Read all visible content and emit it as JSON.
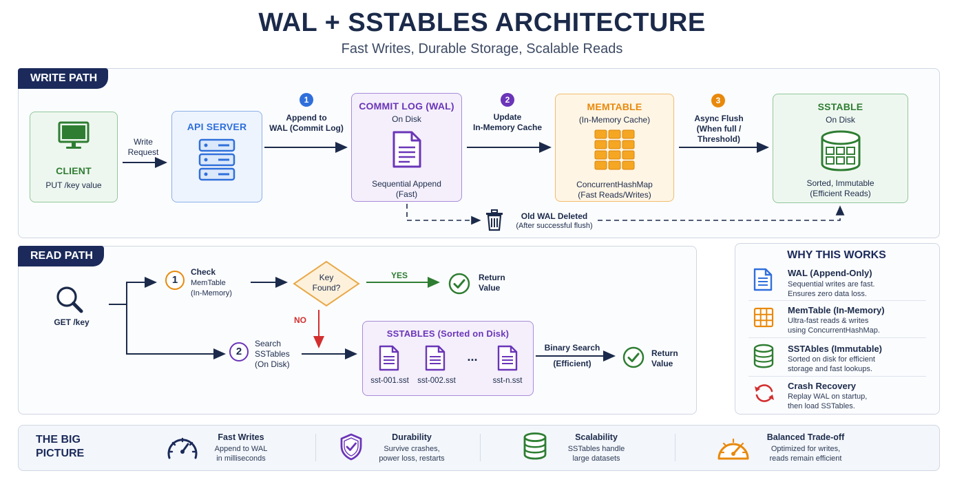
{
  "header": {
    "title": "WAL + SSTABLES ARCHITECTURE",
    "subtitle": "Fast Writes, Durable Storage, Scalable Reads"
  },
  "write_path": {
    "tag": "WRITE PATH",
    "client": {
      "title": "CLIENT",
      "desc": "PUT /key value"
    },
    "write_request": "Write\nRequest",
    "api_server": {
      "title": "API SERVER"
    },
    "step1": {
      "num": "1",
      "label": "Append to\nWAL (Commit Log)"
    },
    "commit_log": {
      "title": "COMMIT LOG (WAL)",
      "sub": "On Disk",
      "desc": "Sequential Append\n(Fast)"
    },
    "step2": {
      "num": "2",
      "label": "Update\nIn-Memory Cache"
    },
    "memtable": {
      "title": "MEMTABLE",
      "sub": "(In-Memory Cache)",
      "desc": "ConcurrentHashMap\n(Fast Reads/Writes)"
    },
    "step3": {
      "num": "3",
      "label": "Async Flush\n(When full /\nThreshold)"
    },
    "sstable": {
      "title": "SSTABLE",
      "sub": "On Disk",
      "desc": "Sorted, Immutable\n(Efficient Reads)"
    },
    "old_wal": {
      "title": "Old WAL Deleted",
      "sub": "(After successful flush)"
    }
  },
  "read_path": {
    "tag": "READ PATH",
    "get": "GET /key",
    "step1": {
      "num": "1",
      "title": "Check",
      "label": "MemTable\n(In-Memory)"
    },
    "decision": "Key\nFound?",
    "yes": "YES",
    "no": "NO",
    "return1": "Return\nValue",
    "step2": {
      "num": "2",
      "label": "Search\nSSTables\n(On Disk)"
    },
    "sstables": {
      "title": "SSTABLES (Sorted on Disk)",
      "files": [
        "sst-001.sst",
        "sst-002.sst",
        "sst-n.sst"
      ],
      "ellipsis": "..."
    },
    "binary_search": {
      "title": "Binary Search",
      "sub": "(Efficient)"
    },
    "return2": "Return\nValue"
  },
  "why": {
    "title": "WHY THIS WORKS",
    "items": [
      {
        "icon": "document-icon",
        "title": "WAL (Append-Only)",
        "desc": "Sequential writes are fast.\nEnsures zero data loss."
      },
      {
        "icon": "grid-icon",
        "title": "MemTable (In-Memory)",
        "desc": "Ultra-fast reads & writes\nusing ConcurrentHashMap."
      },
      {
        "icon": "database-icon",
        "title": "SSTAbles (Immutable)",
        "desc": "Sorted on disk for efficient\nstorage and fast lookups."
      },
      {
        "icon": "refresh-icon",
        "title": "Crash Recovery",
        "desc": "Replay WAL on startup,\nthen load SSTables."
      }
    ]
  },
  "big_picture": {
    "title": "THE BIG\nPICTURE",
    "items": [
      {
        "icon": "speedometer-icon",
        "title": "Fast Writes",
        "desc": "Append to WAL\nin milliseconds"
      },
      {
        "icon": "shield-icon",
        "title": "Durability",
        "desc": "Survive crashes,\npower loss, restarts"
      },
      {
        "icon": "database-icon",
        "title": "Scalability",
        "desc": "SSTables handle\nlarge datasets"
      },
      {
        "icon": "gauge-icon",
        "title": "Balanced Trade-off",
        "desc": "Optimized for writes,\nreads remain efficient"
      }
    ]
  },
  "colors": {
    "navy": "#1b2a5a",
    "green": "#2e7d32",
    "blue": "#2f6fdb",
    "purple": "#6a35b8",
    "orange": "#e8890c",
    "red": "#d32f2f"
  }
}
